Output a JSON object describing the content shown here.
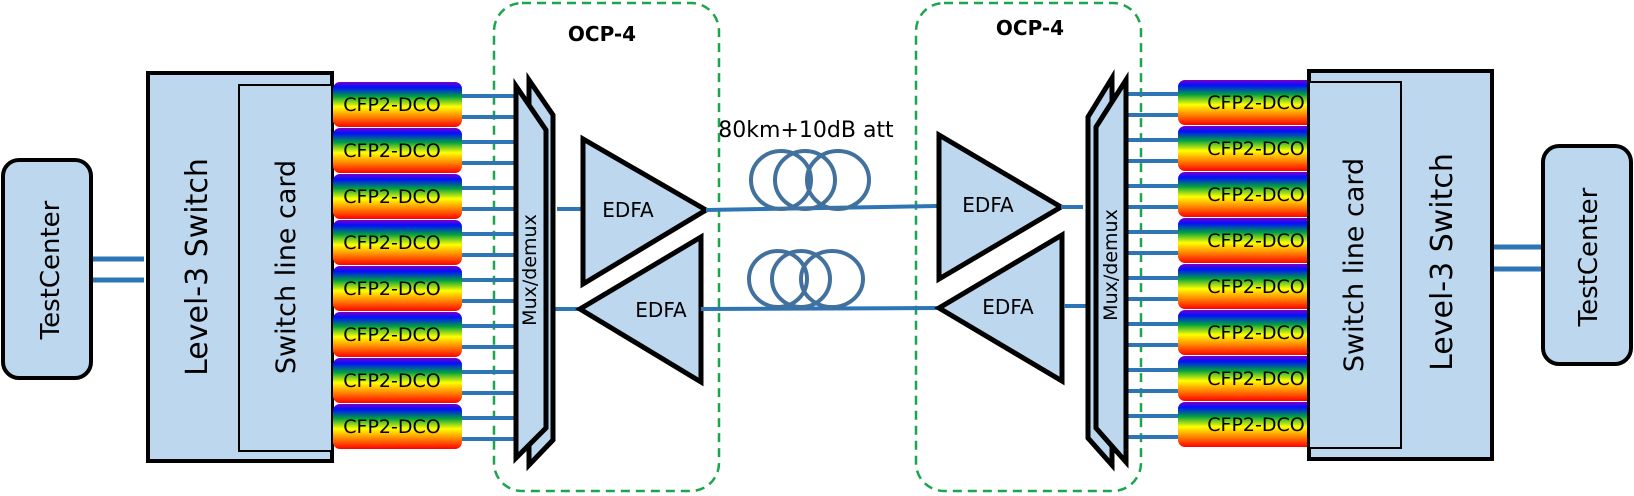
{
  "colors": {
    "box_fill": "#bdd7ee",
    "fiber": "#2e75b6",
    "coil": "#41719c",
    "ocp_border": "#1aa64a",
    "outline": "#000000"
  },
  "left": {
    "testcenter": "TestCenter",
    "switch": "Level-3 Switch",
    "line_card": "Switch line card",
    "transceivers": [
      "CFP2-DCO",
      "CFP2-DCO",
      "CFP2-DCO",
      "CFP2-DCO",
      "CFP2-DCO",
      "CFP2-DCO",
      "CFP2-DCO",
      "CFP2-DCO"
    ],
    "ocp": {
      "title": "OCP-4",
      "mux": "Mux/demux",
      "edfa_tx": "EDFA",
      "edfa_rx": "EDFA"
    }
  },
  "link": {
    "label": "80km+10dB att"
  },
  "right": {
    "testcenter": "TestCenter",
    "switch": "Level-3 Switch",
    "line_card": "Switch line card",
    "transceivers": [
      "CFP2-DCO",
      "CFP2-DCO",
      "CFP2-DCO",
      "CFP2-DCO",
      "CFP2-DCO",
      "CFP2-DCO",
      "CFP2-DCO",
      "CFP2-DCO"
    ],
    "ocp": {
      "title": "OCP-4",
      "mux": "Mux/demux",
      "edfa_tx": "EDFA",
      "edfa_rx": "EDFA"
    }
  }
}
